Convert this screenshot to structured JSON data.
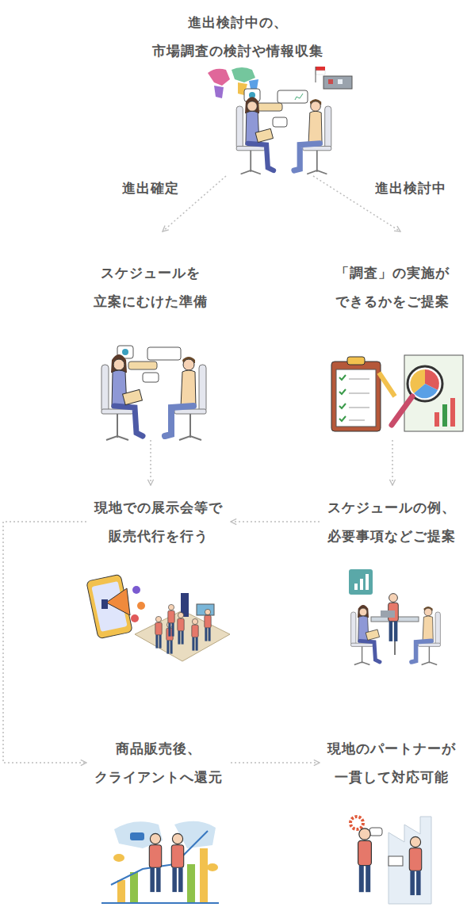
{
  "diagram": {
    "nodes": [
      {
        "text": [
          "進出検討中の、 市場調査の検討や情報収集"
        ]
      },
      {
        "text": [
          "スケジュールを 立案にむけた準備"
        ]
      },
      {
        "text": [
          "「調査」の実施が できるかをご提案"
        ]
      },
      {
        "text": [
          "現地での展示会等で 販売代行を行う"
        ]
      },
      {
        "text": [
          "スケジュールの例、 必要事項などご提案"
        ]
      },
      {
        "text": [
          "商品販売後、 クライアントへ還元"
        ]
      },
      {
        "text": [
          "現地のパートナーが 一貫して対応可能"
        ]
      }
    ],
    "edges": [
      {
        "from": 0,
        "to": 1,
        "arrow": "to",
        "label": "進出確定"
      },
      {
        "from": 0,
        "to": 2,
        "arrow": "to",
        "label": "進出検討中"
      },
      {
        "from": 1,
        "to": 3,
        "arrow": "to"
      },
      {
        "from": 2,
        "to": 4,
        "arrow": "to"
      },
      {
        "from": 4,
        "to": 3,
        "arrow": "to"
      },
      {
        "from": 3,
        "to": 5,
        "arrow": "to"
      },
      {
        "from": 5,
        "to": 6,
        "arrow": "to"
      }
    ]
  }
}
